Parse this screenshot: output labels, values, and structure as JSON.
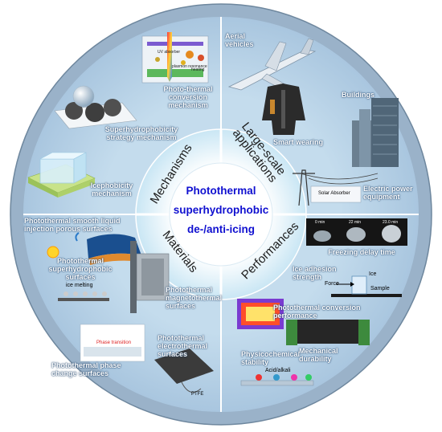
{
  "center": {
    "line1": "Photothermal",
    "line2": "superhydrophobic",
    "line3": "de-/anti-icing"
  },
  "sections": {
    "mechanisms": "Mechanisms",
    "applications": "Large-scale applications",
    "applications_line1": "Large-scale",
    "applications_line2": "applications",
    "performances": "Performances",
    "materials": "Materials"
  },
  "mechanisms": {
    "photothermal": "Photo-thermal conversion mechanism",
    "superhydrophobicity": "Superhydrophobicity strategy mechanism",
    "icephobicity": "Icephobicity mechanism",
    "inset_absorber": "UV absorber",
    "inset_plasmon": "plasmon resonance",
    "inset_heating": "heating"
  },
  "applications": {
    "aerial": "Aerial vehicles",
    "buildings": "Buildings",
    "smart_wearing": "Smart wearing",
    "electric": "Electric power equipment",
    "solar_label": "Solar Absorber"
  },
  "performances": {
    "freezing": "Freezing delay time",
    "times": [
      "0 min",
      "22 min",
      "23.0 min"
    ],
    "ice_adhesion": "Ice adhesion strength",
    "force": "Force",
    "ice": "Ice",
    "sample": "Sample",
    "conversion": "Photothermal conversion performance",
    "physicochemical": "Physicochemical stability",
    "acid": "Acid/alkali",
    "mechanical": "Mechanical durability"
  },
  "materials": {
    "slips": "Photothermal smooth liquid injection porous surfaces",
    "superhydrophobic": "Photothermal superhydrophobic surfaces",
    "ice_melting": "ice melting",
    "magnetothermal": "Photothermal magnetothermal surfaces",
    "electrothermal": "Photothermal electrothermal surfaces",
    "phase_change": "Photothermal phase change surfaces",
    "phase_transition": "Phase transition",
    "ptfe": "PTFE"
  },
  "colors": {
    "outer_ring": "#9ab2c9",
    "sector": "#b4cfe6",
    "inner_ring": "#d7ecf7",
    "center": "#ffffff",
    "center_text": "#1010d0"
  }
}
